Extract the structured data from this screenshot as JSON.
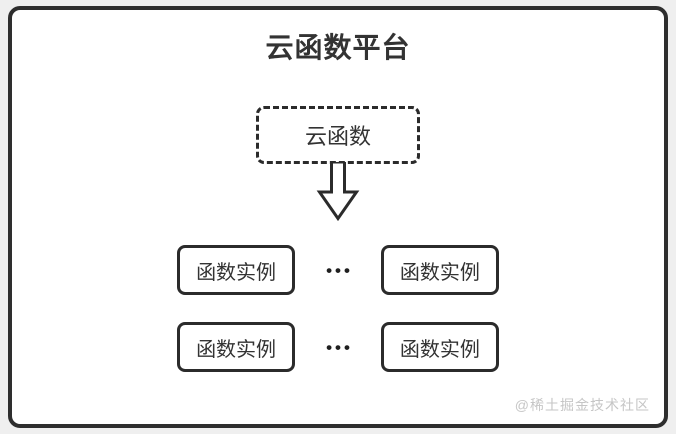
{
  "page": {
    "title": "云函数平台",
    "watermark": "@稀土掘金技术社区"
  },
  "platform": {
    "root": {
      "label": "云函数"
    },
    "rows": [
      {
        "left": "函数实例",
        "dots": "•••",
        "right": "函数实例"
      },
      {
        "left": "函数实例",
        "dots": "•••",
        "right": "函数实例"
      }
    ]
  },
  "icons": {
    "arrow": "down-block-arrow"
  },
  "colors": {
    "frame_border": "#2e2e2e",
    "node_border": "#2b2b2b",
    "text": "#333333",
    "canvas": "#ffffff",
    "page_background": "#efefef",
    "watermark": "#c6c6c6"
  }
}
